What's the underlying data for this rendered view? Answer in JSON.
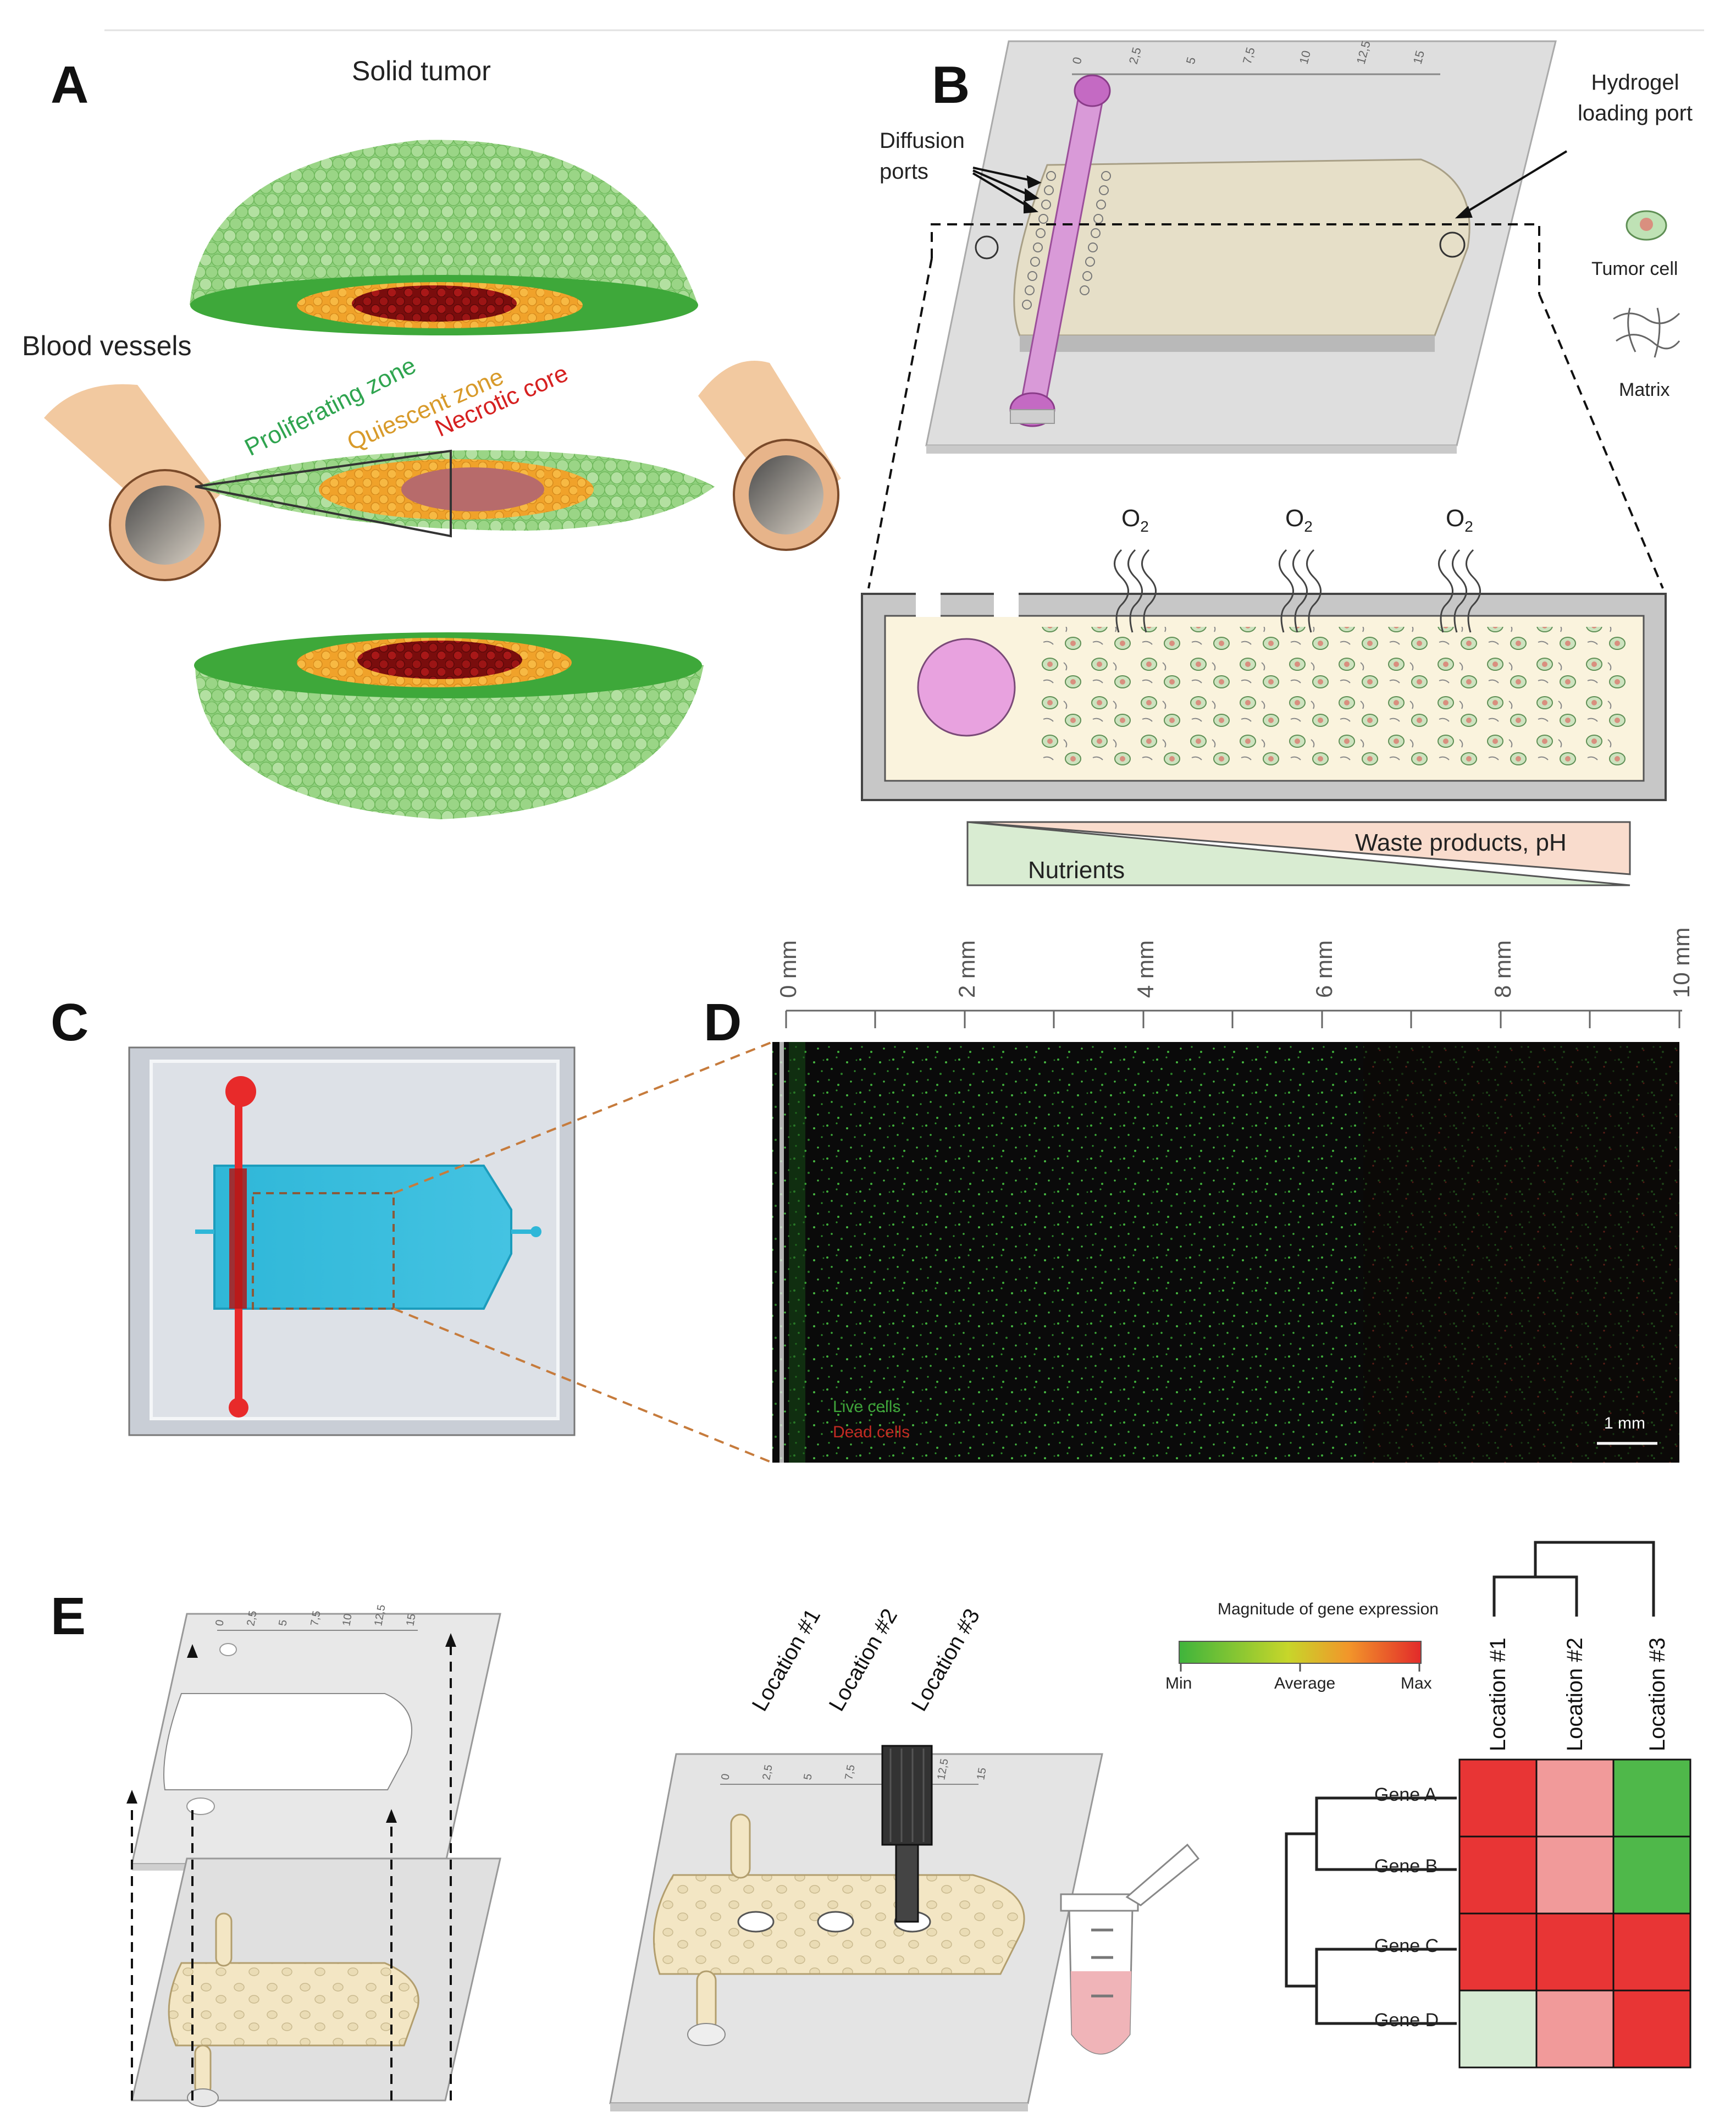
{
  "panels": {
    "a": "A",
    "b": "B",
    "c": "C",
    "d": "D",
    "e": "E"
  },
  "panel_a": {
    "title": "Solid tumor",
    "blood_vessels": "Blood vessels",
    "zones": [
      "Proliferating zone",
      "Quiescent zone",
      "Necrotic core"
    ],
    "zone_colors": [
      "#2fa44f",
      "#d89a2a",
      "#d62020"
    ]
  },
  "panel_b": {
    "diffusion_ports": [
      "Diffusion",
      "ports"
    ],
    "hydrogel_port": [
      "Hydrogel",
      "loading port"
    ],
    "tumor_cell": "Tumor cell",
    "matrix": "Matrix",
    "o2": "O",
    "o2_sub": "2",
    "waste": "Waste products, pH",
    "nutrients": "Nutrients",
    "ruler_ticks": [
      "0",
      "2,5",
      "5",
      "7,5",
      "10",
      "12,5",
      "15"
    ]
  },
  "panel_d": {
    "axis_ticks": [
      "0 mm",
      "2 mm",
      "4 mm",
      "6 mm",
      "8 mm",
      "10 mm"
    ],
    "live": "Live cells",
    "dead": "Dead cells",
    "scale": "1 mm"
  },
  "panel_e": {
    "ruler_ticks": [
      "0",
      "2,5",
      "5",
      "7,5",
      "10",
      "12,5",
      "15"
    ],
    "locations": [
      "Location #1",
      "Location #2",
      "Location #3"
    ],
    "legend_title": "Magnitude of gene expression",
    "legend_labels": [
      "Min",
      "Average",
      "Max"
    ],
    "genes": [
      "Gene A",
      "Gene B",
      "Gene C",
      "Gene D"
    ],
    "heatmap": [
      [
        "#e83535",
        "#f19a9a",
        "#4fb84a"
      ],
      [
        "#e83535",
        "#f19a9a",
        "#4fb84a"
      ],
      [
        "#e83535",
        "#e83535",
        "#e83535"
      ],
      [
        "#d6ebd3",
        "#f19a9a",
        "#e83535"
      ]
    ]
  }
}
